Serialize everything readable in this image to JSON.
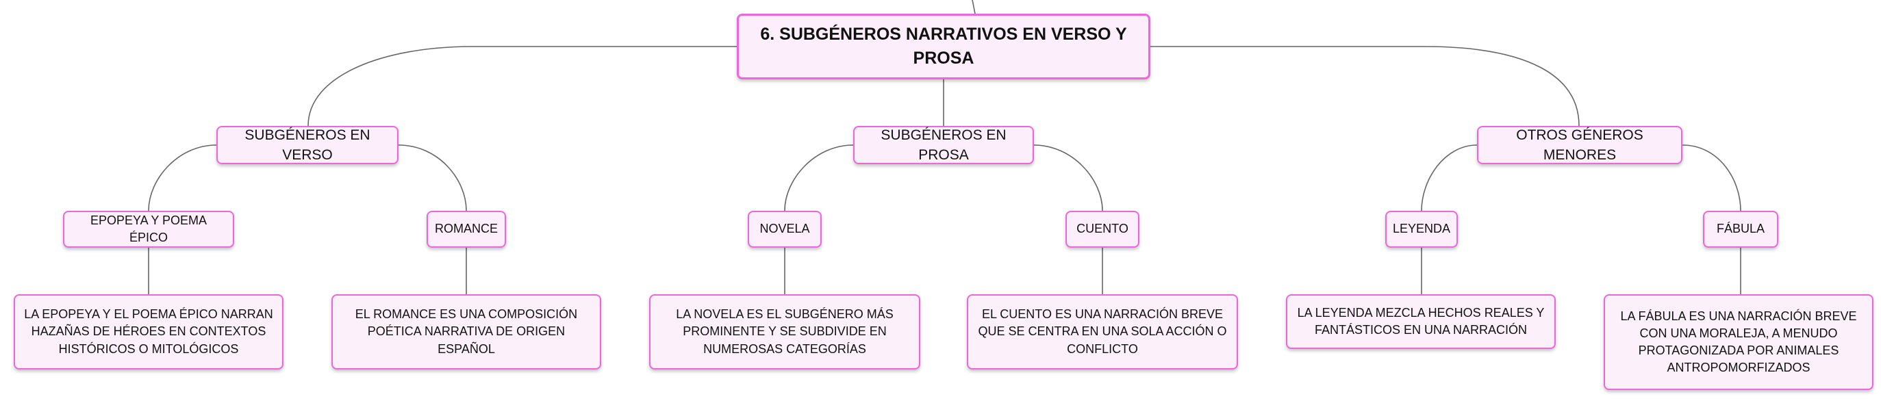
{
  "diagram": {
    "root": "6. SUBGÉNEROS NARRATIVOS EN VERSO Y PROSA",
    "branches": [
      {
        "label": "SUBGÉNEROS EN VERSO",
        "children": [
          {
            "label": "EPOPEYA Y POEMA ÉPICO",
            "description": "LA EPOPEYA Y EL POEMA ÉPICO NARRAN HAZAÑAS DE HÉROES EN CONTEXTOS HISTÓRICOS O MITOLÓGICOS"
          },
          {
            "label": "ROMANCE",
            "description": "EL ROMANCE ES UNA COMPOSICIÓN POÉTICA NARRATIVA DE ORIGEN ESPAÑOL"
          }
        ]
      },
      {
        "label": "SUBGÉNEROS EN PROSA",
        "children": [
          {
            "label": "NOVELA",
            "description": "LA NOVELA ES EL SUBGÉNERO MÁS PROMINENTE Y SE SUBDIVIDE EN NUMEROSAS CATEGORÍAS"
          },
          {
            "label": "CUENTO",
            "description": "EL CUENTO ES UNA NARRACIÓN BREVE QUE SE CENTRA EN UNA SOLA ACCIÓN O CONFLICTO"
          }
        ]
      },
      {
        "label": "OTROS GÉNEROS MENORES",
        "children": [
          {
            "label": "LEYENDA",
            "description": "LA LEYENDA MEZCLA HECHOS REALES Y FANTÁSTICOS EN UNA NARRACIÓN"
          },
          {
            "label": "FÁBULA",
            "description": "LA FÁBULA ES UNA NARRACIÓN BREVE CON UNA MORALEJA, A MENUDO PROTAGONIZADA POR ANIMALES ANTROPOMORFIZADOS"
          }
        ]
      }
    ]
  },
  "colors": {
    "node_border": "#ee66dd",
    "node_fill": "#fdeefb",
    "connector": "#666666",
    "text": "#111111"
  }
}
